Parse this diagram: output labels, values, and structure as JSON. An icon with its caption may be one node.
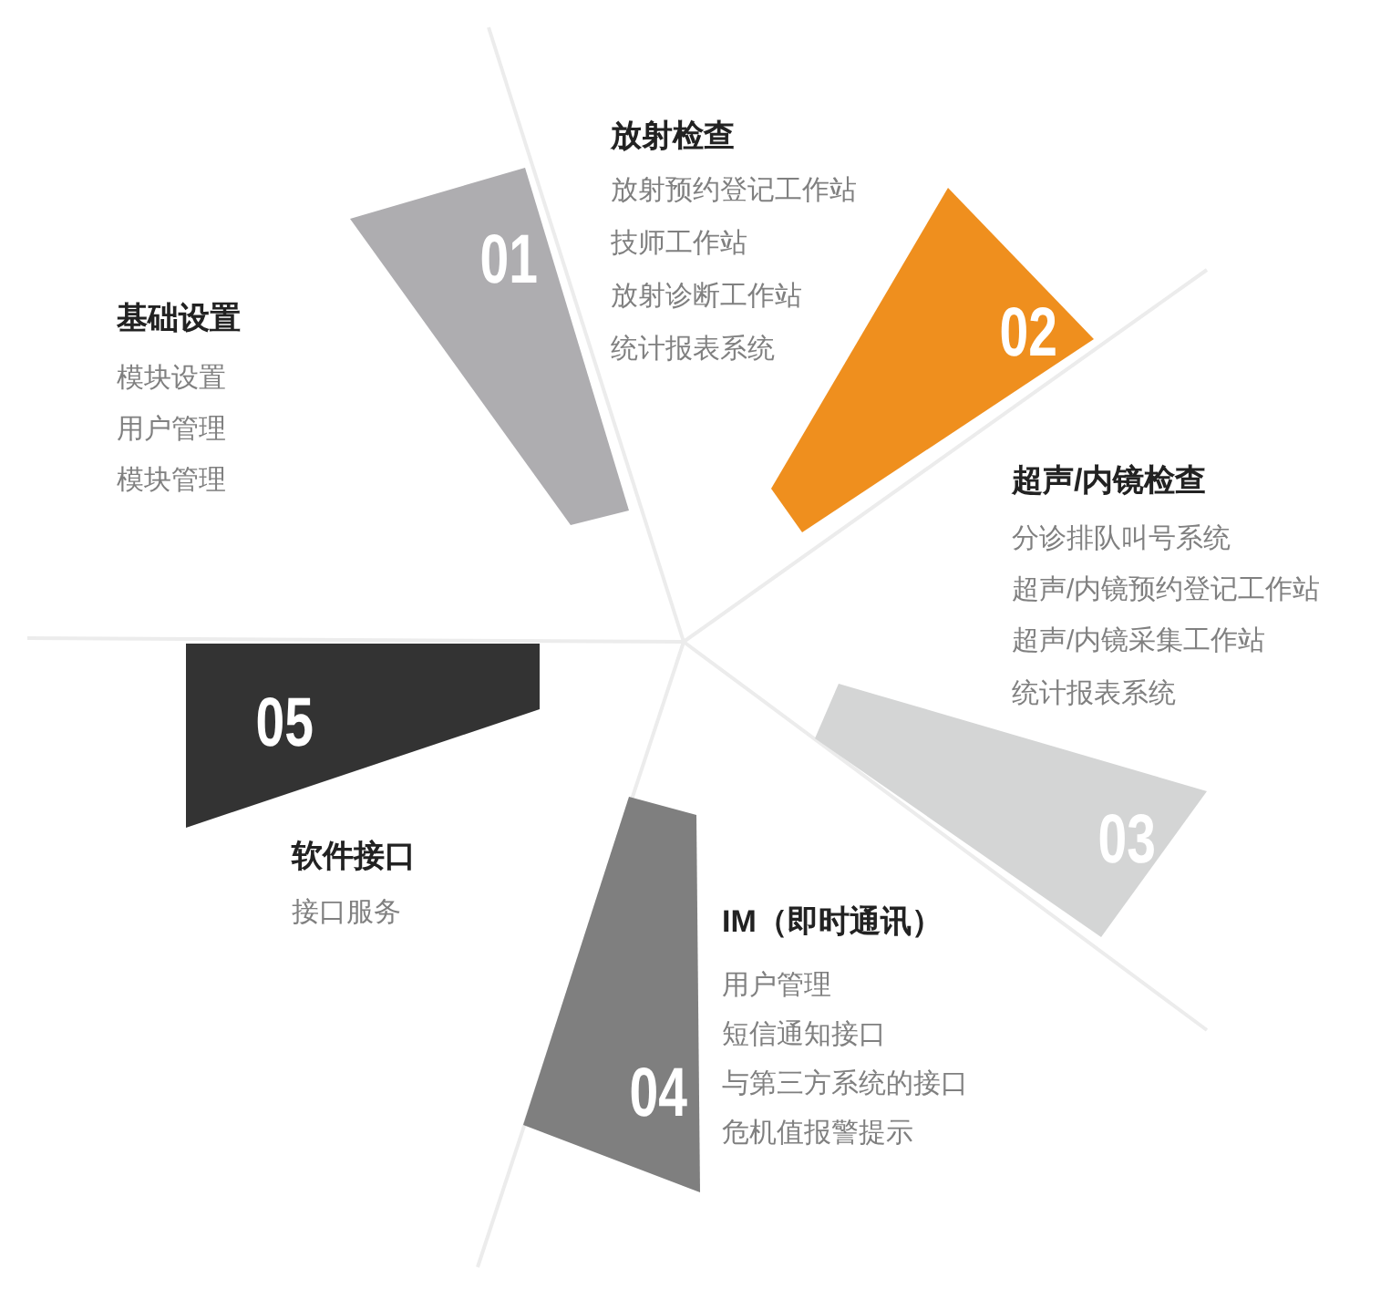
{
  "diagram": {
    "nodes": [
      {
        "text": [
          "01"
        ]
      },
      {
        "text": [
          "02"
        ]
      },
      {
        "text": [
          "03"
        ]
      },
      {
        "text": [
          "04"
        ]
      },
      {
        "text": [
          "05"
        ]
      }
    ],
    "labels": [
      "放射检查",
      "放射预约登记工作站",
      "技师工作站",
      "放射诊断工作站",
      "统计报表系统",
      "基础设置",
      "模块设置",
      "用户管理",
      "模块管理",
      "超声/内镜检查",
      "分诊排队叫号系统",
      "超声/内镜预约登记工作站",
      "超声/内镜采集工作站",
      "统计报表系统",
      "软件接口",
      "接口服务",
      "IM（即时通讯）",
      "用户管理",
      "短信通知接口",
      "与第三方系统的接口",
      "危机值报警提示"
    ]
  }
}
